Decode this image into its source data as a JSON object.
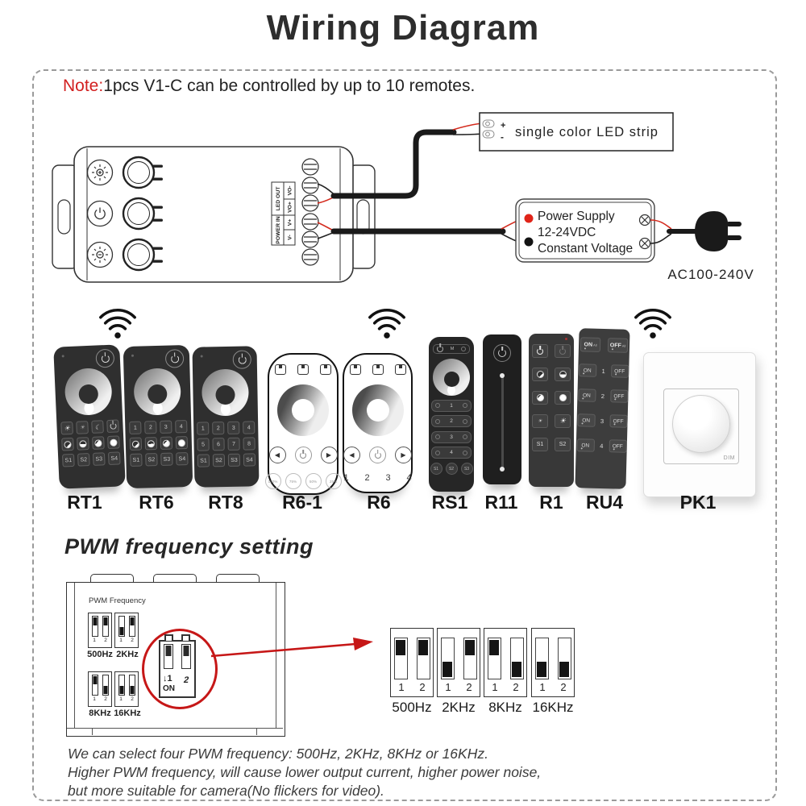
{
  "colors": {
    "accent_red": "#d21f1f",
    "wire_red": "#d42b1e",
    "wire_black": "#1a1a1a"
  },
  "title": "Wiring Diagram",
  "note": {
    "label": "Note:",
    "text": "1pcs V1-C can be controlled by up to 10 remotes."
  },
  "wiring": {
    "led_strip": {
      "label": "single color LED strip",
      "plus": "+",
      "minus": "-"
    },
    "terminals": {
      "led_out": "LED OUT",
      "power_in": "POWER IN",
      "vo_minus": "VO-",
      "vo_plus": "VO+",
      "v_plus": "V+",
      "v_minus": "V-"
    },
    "power_supply": {
      "line1": "Power Supply",
      "line2": "12-24VDC",
      "line3": "Constant Voltage"
    },
    "ac_label": "AC100-240V"
  },
  "remotes": {
    "rt1": {
      "label": "RT1",
      "s_keys": [
        "S1",
        "S2",
        "S3",
        "S4"
      ]
    },
    "rt6": {
      "label": "RT6",
      "keys": [
        "1",
        "2",
        "3",
        "4"
      ],
      "s_keys": [
        "S1",
        "S2",
        "S3",
        "S4"
      ]
    },
    "rt8": {
      "label": "RT8",
      "keys": [
        "1",
        "2",
        "3",
        "4"
      ],
      "keys2": [
        "5",
        "6",
        "7",
        "8"
      ],
      "s_keys": [
        "S1",
        "S2",
        "S3",
        "S4"
      ]
    },
    "r6_1": {
      "label": "R6-1",
      "percent_keys": [
        "100%",
        "75%",
        "50%",
        "25%"
      ]
    },
    "r6": {
      "label": "R6",
      "keys": [
        "1",
        "2",
        "3",
        "4"
      ]
    },
    "rs1": {
      "label": "RS1",
      "mode": "M",
      "zones": [
        "1",
        "2",
        "3",
        "4"
      ],
      "s_keys": [
        "S1",
        "S2",
        "S3"
      ]
    },
    "r11": {
      "label": "R11"
    },
    "r1": {
      "label": "R1",
      "s_keys": [
        "S1",
        "S2"
      ]
    },
    "ru4": {
      "label": "RU4",
      "on": "ON",
      "off": "OFF",
      "all": "All",
      "zones": [
        "1",
        "2",
        "3",
        "4"
      ]
    },
    "pk1": {
      "label": "PK1",
      "dim": "DIM"
    }
  },
  "pwm": {
    "heading": "PWM frequency setting",
    "device_label": "PWM Frequency",
    "dip_numbers": [
      "1",
      "2"
    ],
    "magnifier": {
      "arrow": "↓1",
      "num2": "2",
      "on": "ON"
    },
    "frequencies": [
      {
        "label": "500Hz",
        "switches": [
          "up",
          "up"
        ]
      },
      {
        "label": "2KHz",
        "switches": [
          "down",
          "up"
        ]
      },
      {
        "label": "8KHz",
        "switches": [
          "up",
          "down"
        ]
      },
      {
        "label": "16KHz",
        "switches": [
          "down",
          "down"
        ]
      }
    ],
    "notes": [
      "We can select four PWM frequency: 500Hz, 2KHz, 8KHz or 16KHz.",
      "Higher PWM frequency, will cause lower output current, higher power noise,",
      "but more suitable for camera(No flickers for video)."
    ]
  }
}
